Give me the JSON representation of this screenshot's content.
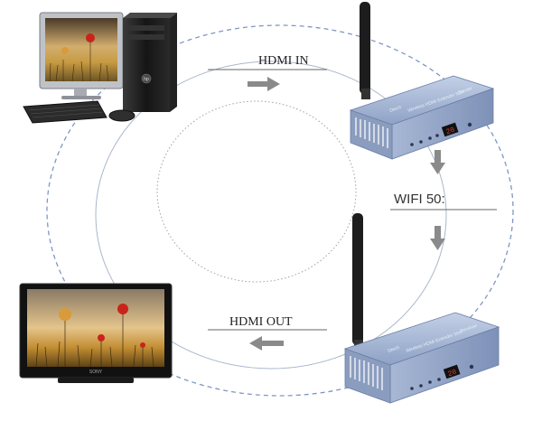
{
  "labels": {
    "hdmi_in": "HDMI IN",
    "wifi": "WIFI 50:",
    "hdmi_out": "HDMI OUT"
  },
  "devices": {
    "brand": "Dtech",
    "model_line": "Wireless HDMI Extender 50m",
    "transmitter_tag": "Sender",
    "receiver_tag": "Receiver",
    "led_value": "20",
    "tv_brand": "SONY",
    "pc_badge": "hp"
  },
  "colors": {
    "device_body": "#9aaccc",
    "circle_stroke": "#7f97c4",
    "arrow": "#8a8a8a",
    "led": "#e63c2c",
    "accent_flower": "#c8241c"
  }
}
